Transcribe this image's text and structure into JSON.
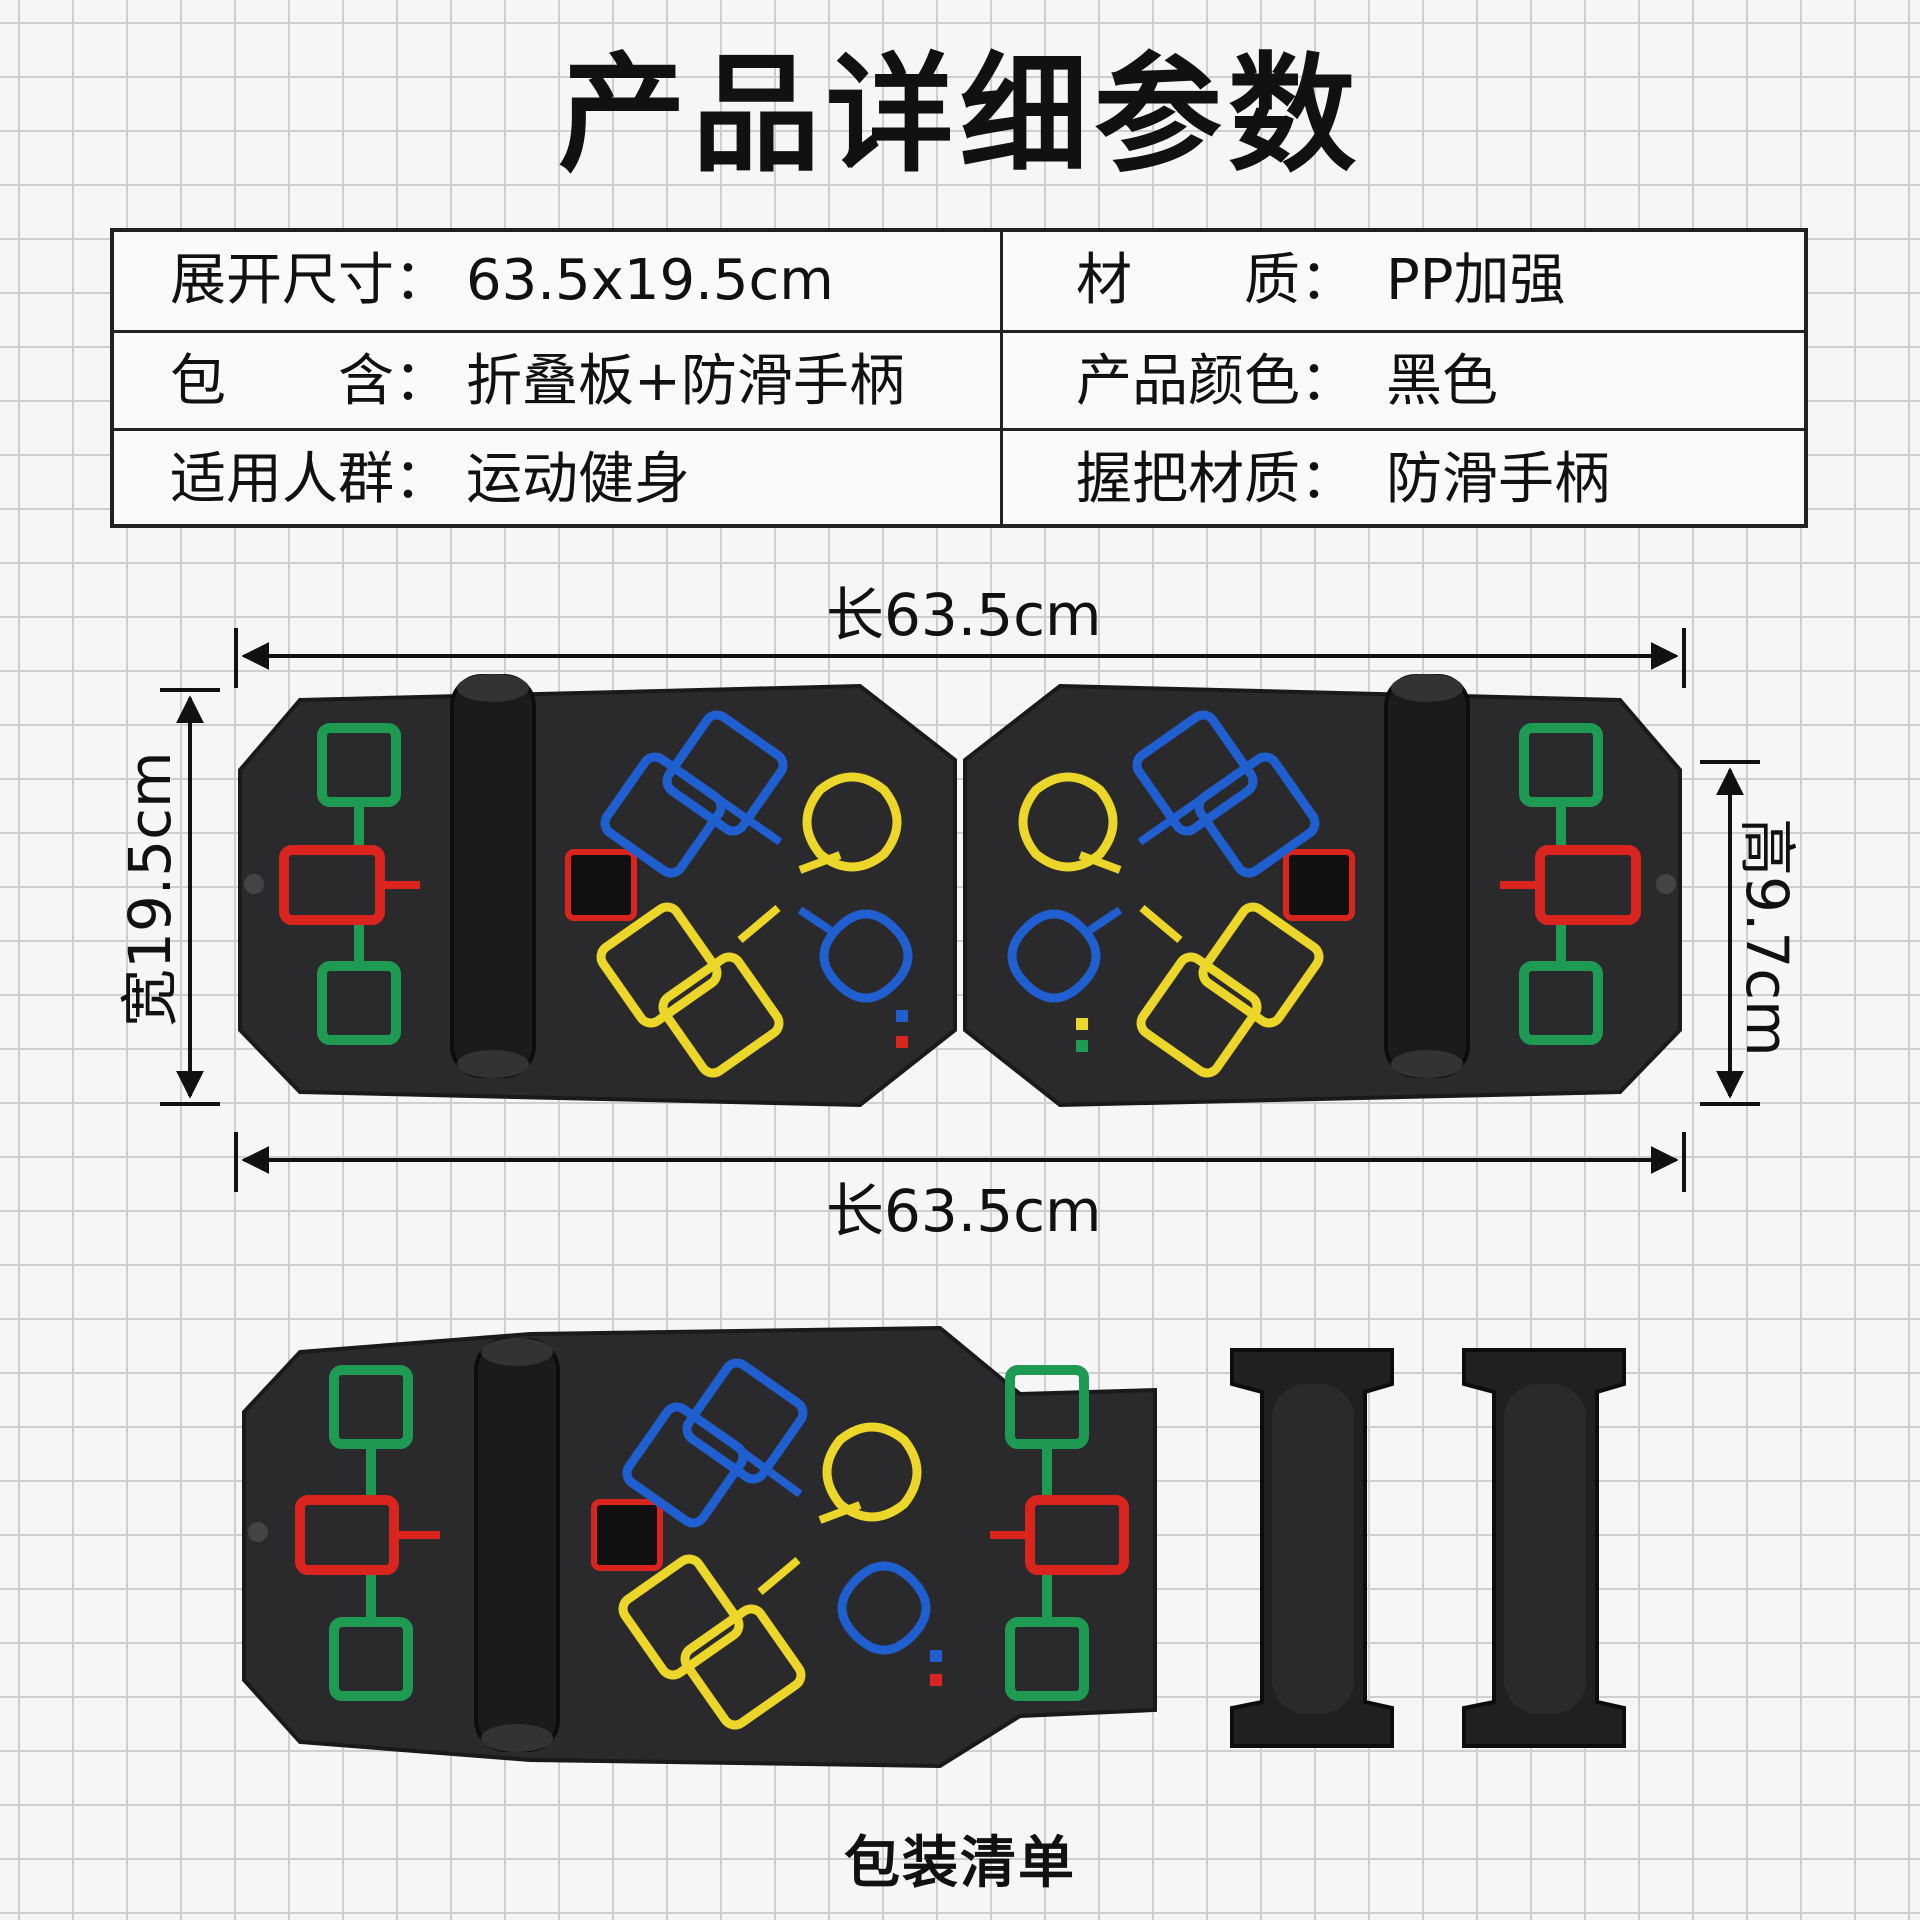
{
  "title": "产品详细参数",
  "specs": {
    "row1": {
      "label_a": "展开尺寸：",
      "value_a": "63.5x19.5cm",
      "label_b": "材　　质：",
      "value_b": "PP加强"
    },
    "row2": {
      "label_a": "包　　含：",
      "value_a": "折叠板+防滑手柄",
      "label_b": "产品颜色：",
      "value_b": "黑色"
    },
    "row3": {
      "label_a": "适用人群：",
      "value_a": "运动健身",
      "label_b": "握把材质：",
      "value_b": "防滑手柄"
    }
  },
  "dimensions": {
    "length_top": "长63.5cm",
    "length_bottom": "长63.5cm",
    "width_left": "宽19.5cm",
    "height_right": "高9.7cm"
  },
  "caption": "包装清单",
  "colors": {
    "board": "#2a2a2c",
    "green": "#1e9a52",
    "red": "#d9251d",
    "blue": "#1f5fd0",
    "yellow": "#ecd62a"
  }
}
